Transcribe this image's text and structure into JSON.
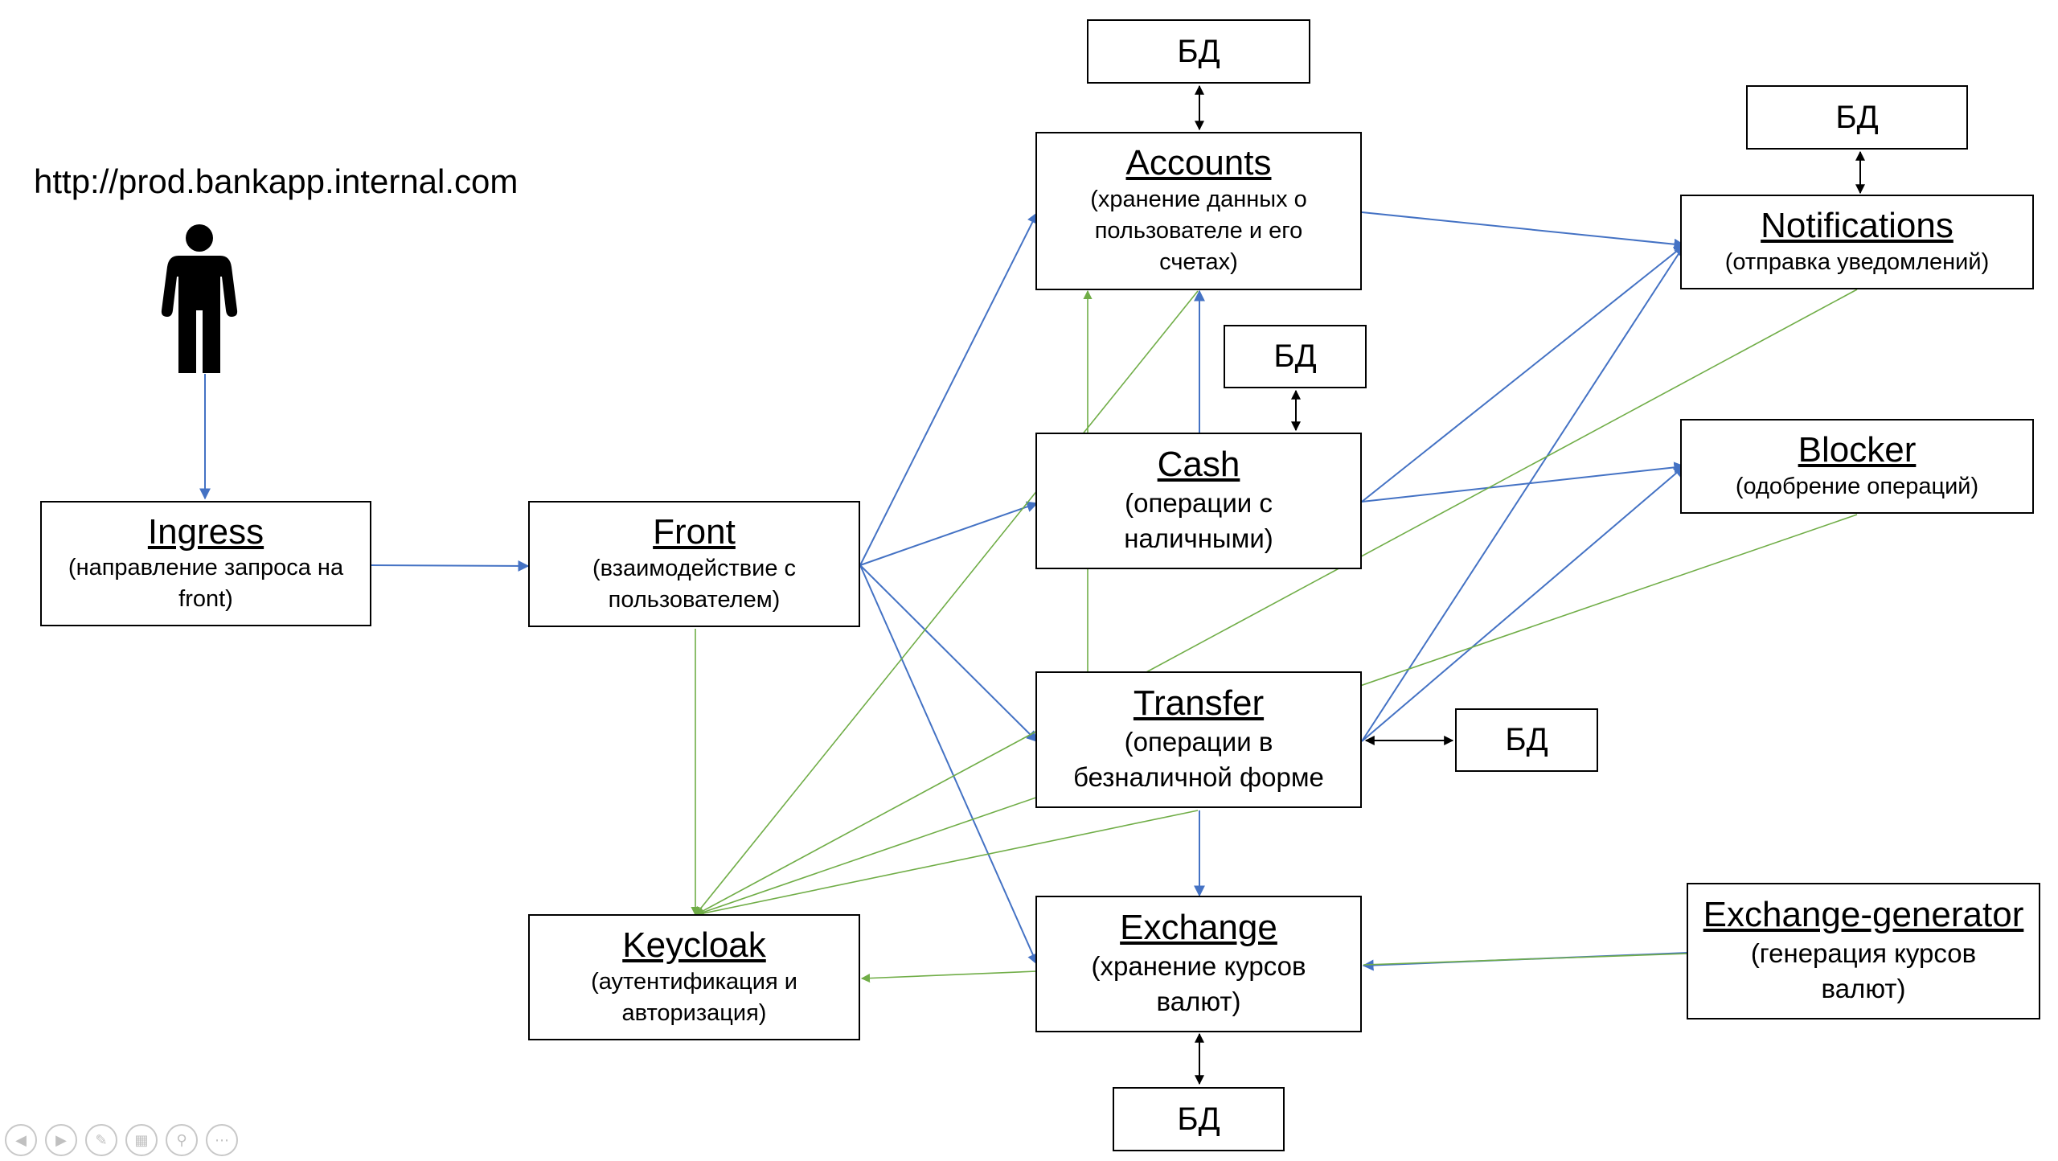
{
  "url": "http://prod.bankapp.internal.com",
  "nodes": {
    "ingress": {
      "title": "Ingress",
      "desc": "(направление запроса на front)"
    },
    "front": {
      "title": "Front",
      "desc": "(взаимодействие с пользователем)"
    },
    "keycloak": {
      "title": "Keycloak",
      "desc": "(аутентификация и авторизация)"
    },
    "accounts": {
      "title": "Accounts",
      "desc": "(хранение данных о пользователе и его счетах)"
    },
    "cash": {
      "title": "Cash",
      "desc": "(операции с наличными)"
    },
    "transfer": {
      "title": "Transfer",
      "desc": "(операции в безналичной форме"
    },
    "exchange": {
      "title": "Exchange",
      "desc": "(хранение курсов валют)"
    },
    "notifications": {
      "title": "Notifications",
      "desc": "(отправка уведомлений)"
    },
    "blocker": {
      "title": "Blocker",
      "desc": "(одобрение операций)"
    },
    "exchange_generator": {
      "title": "Exchange-generator",
      "desc": "(генерация курсов валют)"
    }
  },
  "db_label": "БД",
  "colors": {
    "blue_arrow": "#4472C4",
    "green_arrow": "#70AD47",
    "black_arrow": "#000000"
  },
  "slideshow_icons": [
    "previous-icon",
    "next-icon",
    "pen-icon",
    "slides-icon",
    "zoom-icon",
    "more-icon"
  ]
}
